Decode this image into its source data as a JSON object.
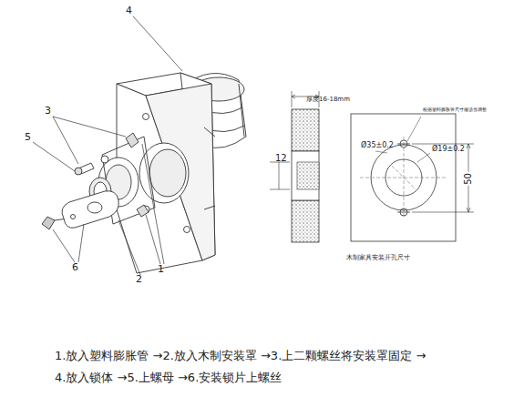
{
  "diagram": {
    "labels": [
      "4",
      "3",
      "5",
      "6",
      "2",
      "1",
      "厚度16-18mm",
      "12",
      "Ø35±0.2",
      "Ø19±0.2",
      "根据塑料膨胀管尺寸做适当调整",
      "50",
      "木制家具安装开孔尺寸",
      "1.放入塑料膨胀管 →2.放入木制安装罩 →3.上二颗螺丝将安装罩固定 →",
      "4.放入锁体 →5.上螺母 →6.安装锁片上螺丝"
    ]
  }
}
